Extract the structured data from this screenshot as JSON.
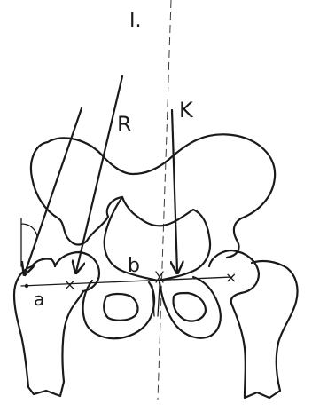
{
  "figure": {
    "labels": {
      "top_mark": "I.",
      "r": "R",
      "k": "K",
      "a": "a",
      "b": "b"
    }
  }
}
